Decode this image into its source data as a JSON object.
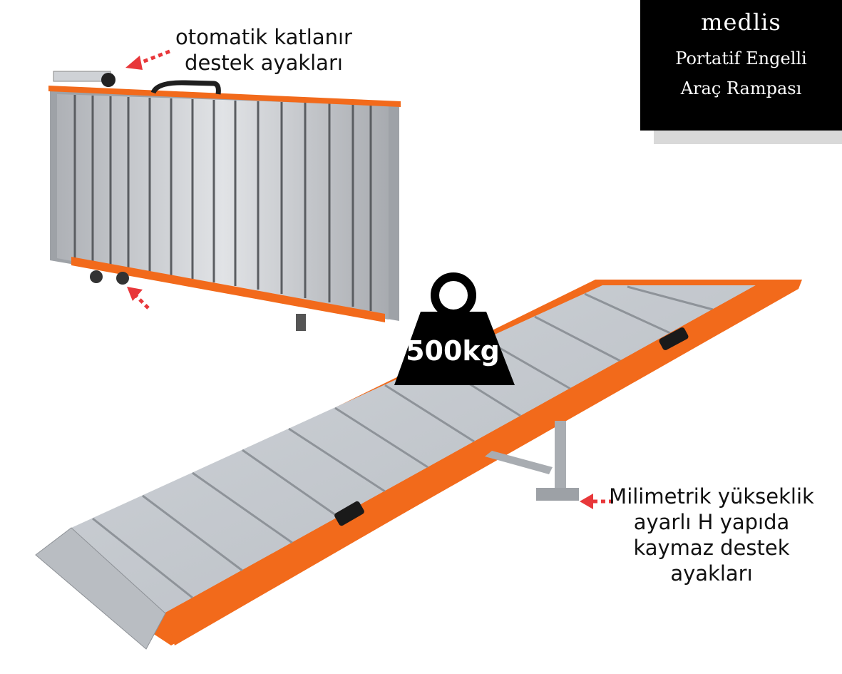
{
  "brand": {
    "name": "medlis",
    "line1": "Portatif Engelli",
    "line2": "Araç Rampası"
  },
  "captions": {
    "top_line1": "otomatik katlanır",
    "top_line2": "destek ayakları",
    "bottom_line1": "Milimetrik yükseklik",
    "bottom_line2": "ayarlı H yapıda",
    "bottom_line3": "kaymaz destek",
    "bottom_line4": "ayakları"
  },
  "weight": {
    "label": "500kg"
  },
  "colors": {
    "accent_orange": "#f26a1b",
    "arrow_red": "#e8373a",
    "aluminum": "#c9ccd0",
    "black": "#000000"
  },
  "icons": [
    "weight-icon",
    "arrow-icon"
  ]
}
